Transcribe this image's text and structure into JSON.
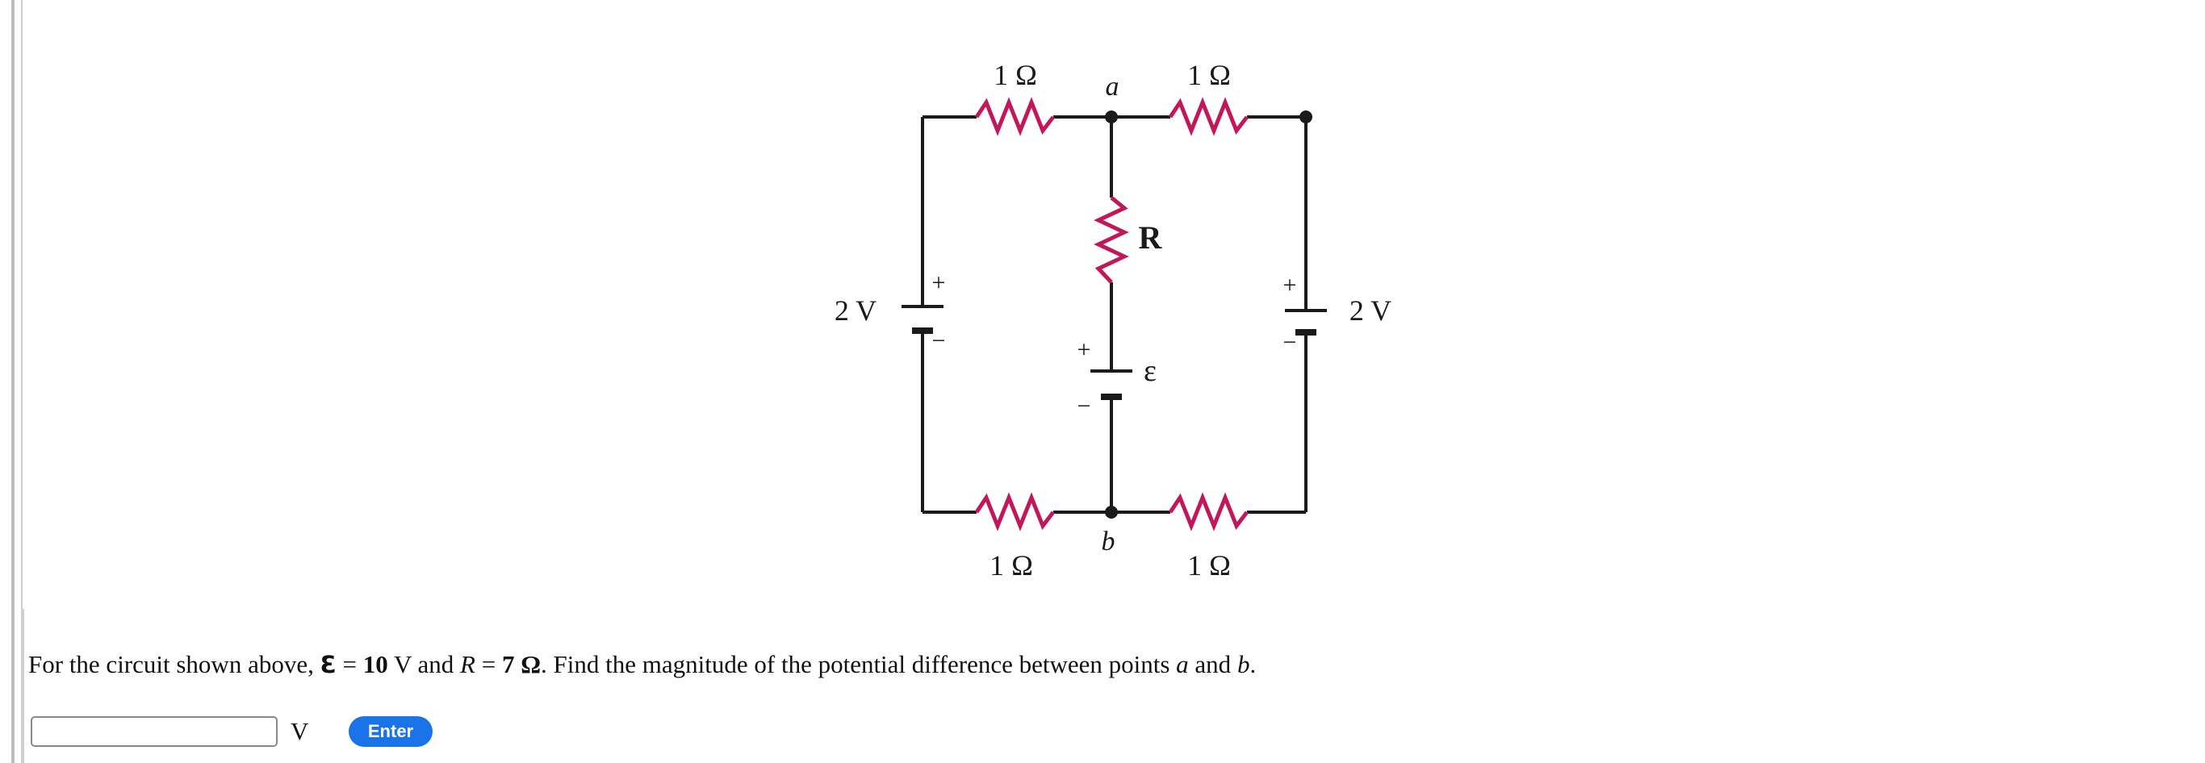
{
  "circuit": {
    "r_top_left": "1 Ω",
    "r_top_right": "1 Ω",
    "r_bottom_left": "1 Ω",
    "r_bottom_right": "1 Ω",
    "node_a": "a",
    "node_b": "b",
    "r_middle": "R",
    "emf_middle": "ε",
    "battery_left": "2 V",
    "battery_right": "2 V",
    "plus": "+",
    "minus": "−",
    "wire_color": "#1a1a1a",
    "resistor_color": "#c2185b"
  },
  "question": {
    "prefix": "For the circuit shown above,",
    "emf_symbol": "Ɛ",
    "eq1": " = ",
    "emf_value": "10",
    "mid1": " V and ",
    "r_var": "R",
    "eq2": " = ",
    "r_value": "7 Ω",
    "mid2": ". Find the magnitude of the potential difference between points ",
    "pt_a": "a",
    "mid3": " and ",
    "pt_b": "b",
    "suffix": "."
  },
  "answer": {
    "value": "",
    "unit": "V",
    "enter_label": "Enter"
  },
  "colors": {
    "enter_button": "#1a73e8"
  }
}
